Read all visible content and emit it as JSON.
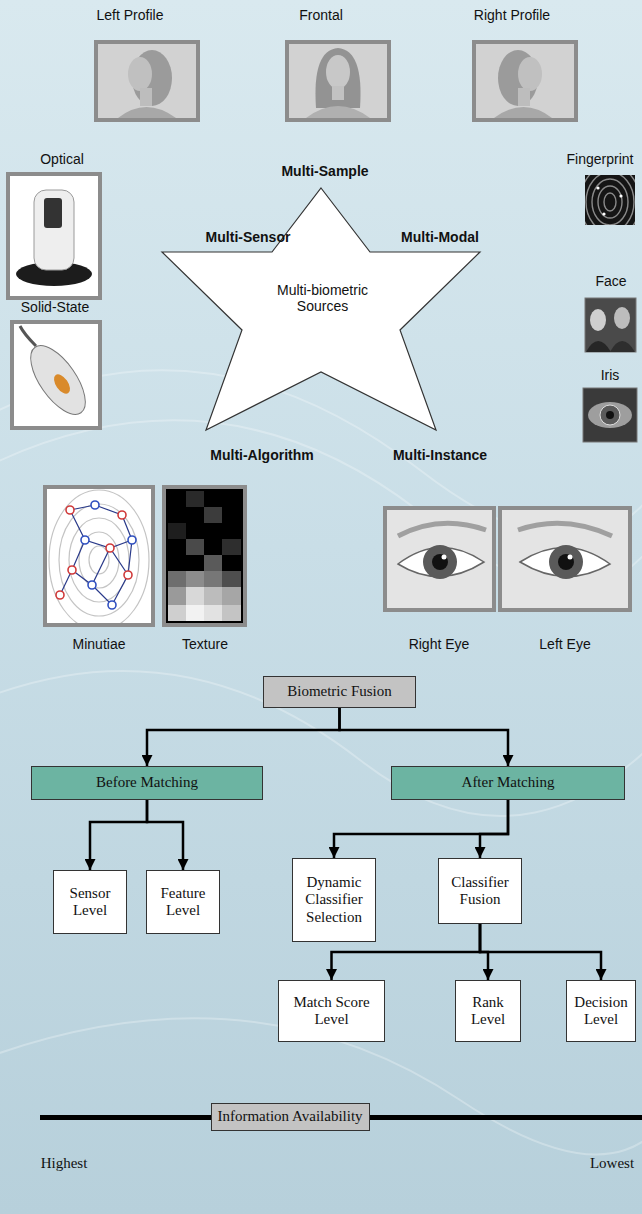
{
  "diagram": {
    "nodes": [
      {
        "text": [
          "Multi-biometric Sources"
        ]
      },
      {
        "text": [
          "Biometric Fusion"
        ]
      },
      {
        "text": [
          "Before Matching"
        ]
      },
      {
        "text": [
          "After Matching"
        ]
      },
      {
        "text": [
          "Sensor Level"
        ]
      },
      {
        "text": [
          "Feature Level"
        ]
      },
      {
        "text": [
          "Dynamic Classifier Selection"
        ]
      },
      {
        "text": [
          "Classifier Fusion"
        ]
      },
      {
        "text": [
          "Match Score Level"
        ]
      },
      {
        "text": [
          "Rank Level"
        ]
      },
      {
        "text": [
          "Decision Level"
        ]
      },
      {
        "text": [
          "Information Availability"
        ]
      }
    ],
    "edges": [
      {
        "from": 1,
        "to": 2,
        "arrow": "to"
      },
      {
        "from": 1,
        "to": 3,
        "arrow": "to"
      },
      {
        "from": 2,
        "to": 4,
        "arrow": "to"
      },
      {
        "from": 2,
        "to": 5,
        "arrow": "to"
      },
      {
        "from": 3,
        "to": 6,
        "arrow": "to"
      },
      {
        "from": 3,
        "to": 7,
        "arrow": "to"
      },
      {
        "from": 7,
        "to": 8,
        "arrow": "to"
      },
      {
        "from": 7,
        "to": 9,
        "arrow": "to"
      },
      {
        "from": 7,
        "to": 10,
        "arrow": "to"
      }
    ],
    "labels": [
      "Left Profile",
      "Frontal",
      "Right Profile",
      "Optical",
      "Multi-Sample",
      "Fingerprint",
      "Multi-Sensor",
      "Multi-Modal",
      "Face",
      "Solid-State",
      "Iris",
      "Multi-Algorithm",
      "Multi-Instance",
      "Minutiae",
      "Texture",
      "Right Eye",
      "Left Eye",
      "Highest",
      "Lowest"
    ]
  }
}
